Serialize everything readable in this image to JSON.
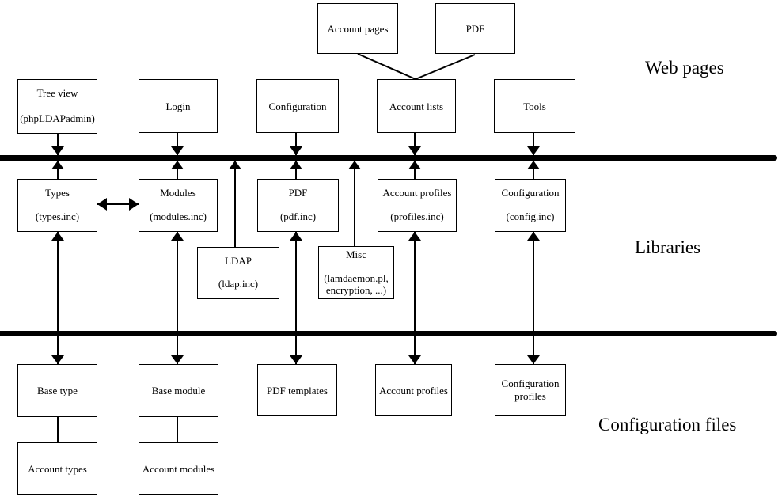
{
  "layers": {
    "web_pages": "Web pages",
    "libraries": "Libraries",
    "configuration_files": "Configuration files"
  },
  "nodes": {
    "account_pages": {
      "label": "Account pages"
    },
    "pdf_top": {
      "label": "PDF"
    },
    "tree_view": {
      "line1": "Tree view",
      "line2": "(phpLDAPadmin)"
    },
    "login": {
      "label": "Login"
    },
    "configuration_page": {
      "label": "Configuration"
    },
    "account_lists": {
      "label": "Account lists"
    },
    "tools": {
      "label": "Tools"
    },
    "types": {
      "line1": "Types",
      "line2": "(types.inc)"
    },
    "modules": {
      "line1": "Modules",
      "line2": "(modules.inc)"
    },
    "pdf_lib": {
      "line1": "PDF",
      "line2": "(pdf.inc)"
    },
    "account_profiles_lib": {
      "line1": "Account profiles",
      "line2": "(profiles.inc)"
    },
    "configuration_lib": {
      "line1": "Configuration",
      "line2": "(config.inc)"
    },
    "ldap": {
      "line1": "LDAP",
      "line2": "(ldap.inc)"
    },
    "misc": {
      "line1": "Misc",
      "line2": "(lamdaemon.pl,",
      "line3": "encryption, ...)"
    },
    "base_type": {
      "label": "Base type"
    },
    "base_module": {
      "label": "Base module"
    },
    "pdf_templates": {
      "label": "PDF templates"
    },
    "account_profiles_cfg": {
      "label": "Account profiles"
    },
    "configuration_profiles": {
      "line1": "Configuration",
      "line2": "profiles"
    },
    "account_types": {
      "label": "Account types"
    },
    "account_modules": {
      "label": "Account modules"
    }
  },
  "colors": {
    "line": "#000000",
    "background": "#ffffff",
    "text": "#000000"
  }
}
